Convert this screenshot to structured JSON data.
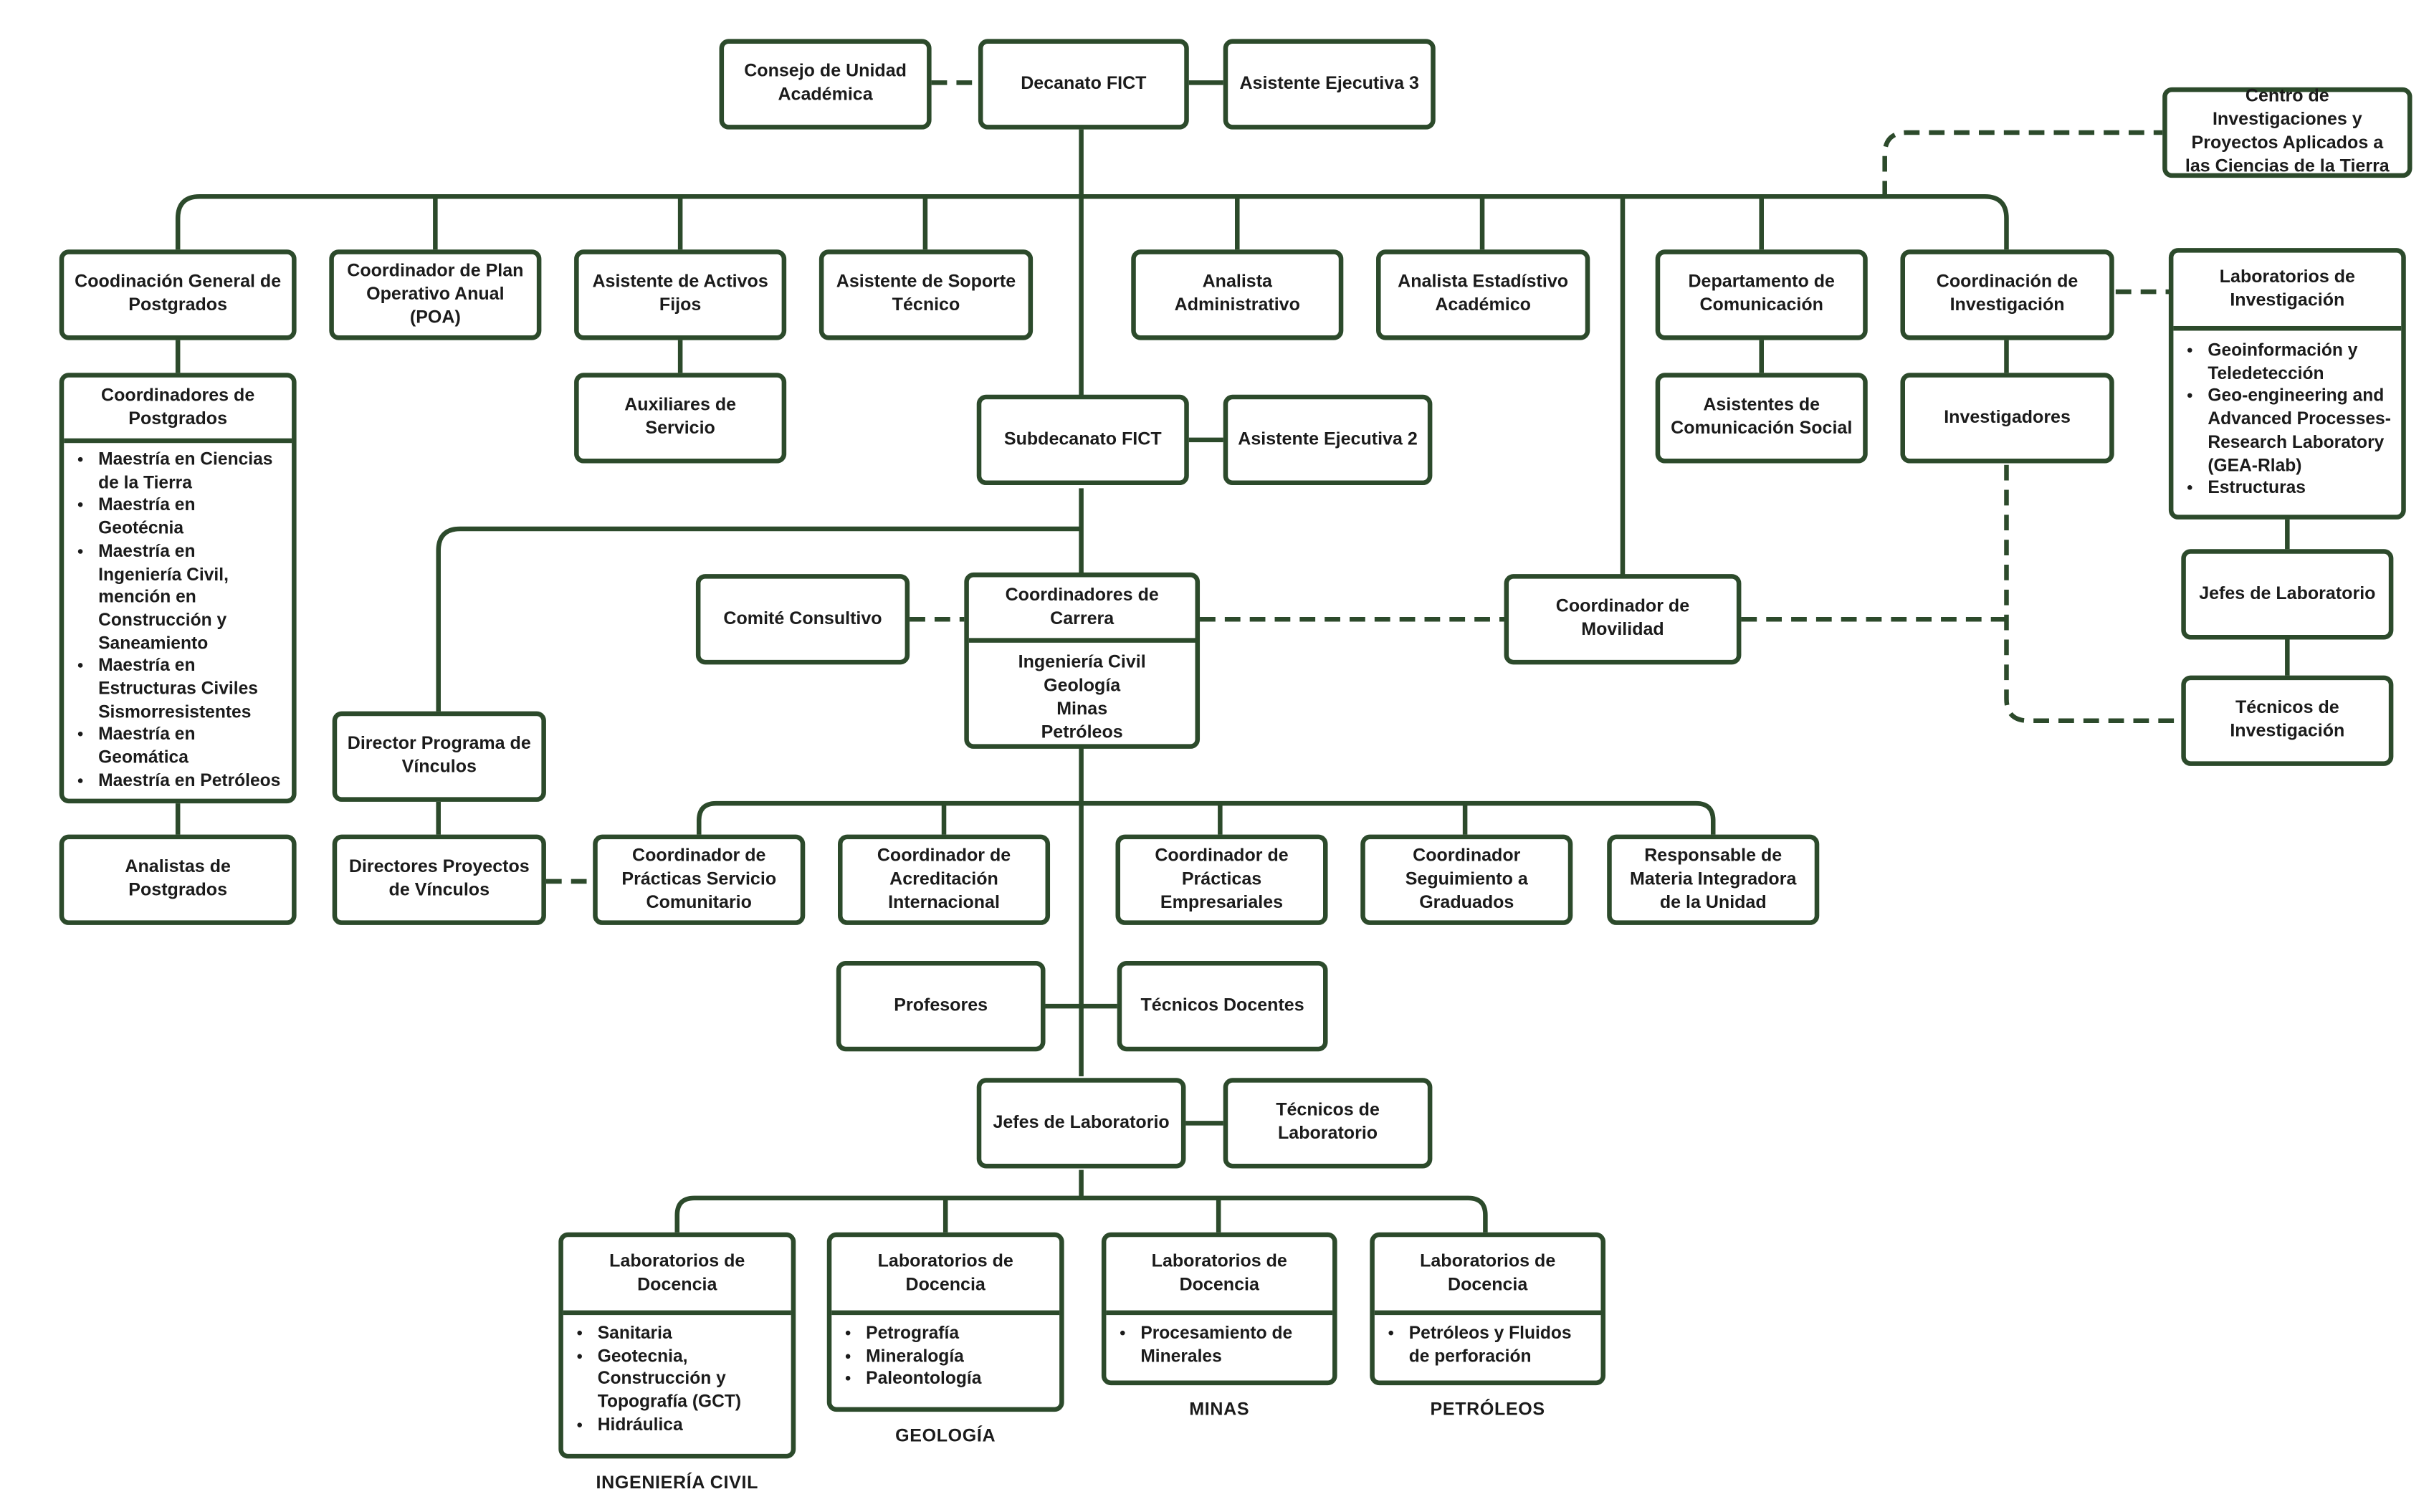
{
  "diagram": {
    "colors": {
      "line": "#2c4a2b",
      "background": "#ffffff"
    },
    "top": {
      "consejo": "Consejo de Unidad Académica",
      "decanato": "Decanato FICT",
      "asistente3": "Asistente Ejecutiva 3",
      "centro": "Centro de Investigaciones y Proyectos Aplicados a las Ciencias de la Tierra"
    },
    "row2": {
      "coord_postgrados": "Coodinación General de Postgrados",
      "coord_poa": "Coordinador de Plan Operativo Anual (POA)",
      "activos": "Asistente de Activos Fijos",
      "soporte": "Asistente de Soporte Técnico",
      "analista_admin": "Analista Administrativo",
      "analista_est": "Analista Estadístivo Académico",
      "comunicacion": "Departamento de Comunicación",
      "investigacion": "Coordinación de Investigación"
    },
    "postgrados": {
      "title": "Coordinadores de Postgrados",
      "items": [
        "Maestría en Ciencias de la Tierra",
        "Maestría en Geotécnia",
        "Maestría en Ingeniería Civil, mención en Construcción y Saneamiento",
        "Maestría en Estructuras Civiles Sismorresistentes",
        "Maestría en Geomática",
        "Maestría en Petróleos"
      ],
      "analistas": "Analistas de Postgrados"
    },
    "auxiliares": "Auxiliares de Servicio",
    "subdecanato": "Subdecanato FICT",
    "asistente2": "Asistente Ejecutiva 2",
    "asist_com_social": "Asistentes de Comunicación Social",
    "investigadores": "Investigadores",
    "lab_investigacion": {
      "title": "Laboratorios de Investigación",
      "items": [
        "Geoinformación y Teledetección",
        "Geo-engineering and Advanced Processes-Research Laboratory (GEA-Rlab)",
        "Estructuras"
      ],
      "jefes": "Jefes de Laboratorio",
      "tecnicos": "Técnicos de Investigación"
    },
    "comite": "Comité Consultivo",
    "coord_carrera": {
      "title": "Coordinadores de Carrera",
      "items": [
        "Ingeniería Civil",
        "Geología",
        "Minas",
        "Petróleos"
      ]
    },
    "movilidad": "Coordinador de Movilidad",
    "director_vinculos": "Director Programa de Vínculos",
    "directores_proyectos": "Directores Proyectos de Vínculos",
    "row_coords": {
      "servicio": "Coordinador de Prácticas Servicio Comunitario",
      "acreditacion": "Coordinador de Acreditación Internacional",
      "empresariales": "Coordinador de Prácticas Empresariales",
      "graduados": "Coordinador Seguimiento a Graduados",
      "integradora": "Responsable de Materia Integradora de la Unidad"
    },
    "profesores": "Profesores",
    "tecnicos_docentes": "Técnicos Docentes",
    "jefes_lab": "Jefes de Laboratorio",
    "tecnicos_lab": "Técnicos de Laboratorio",
    "labs_docencia": [
      {
        "title": "Laboratorios de Docencia",
        "items": [
          "Sanitaria",
          "Geotecnia, Construcción y Topografía (GCT)",
          "Hidráulica"
        ],
        "caption": "INGENIERÍA CIVIL"
      },
      {
        "title": "Laboratorios de Docencia",
        "items": [
          "Petrografía",
          "Mineralogía",
          "Paleontología"
        ],
        "caption": "GEOLOGÍA"
      },
      {
        "title": "Laboratorios de Docencia",
        "items": [
          "Procesamiento de Minerales"
        ],
        "caption": "MINAS"
      },
      {
        "title": "Laboratorios de Docencia",
        "items": [
          "Petróleos y Fluidos de perforación"
        ],
        "caption": "PETRÓLEOS"
      }
    ]
  }
}
